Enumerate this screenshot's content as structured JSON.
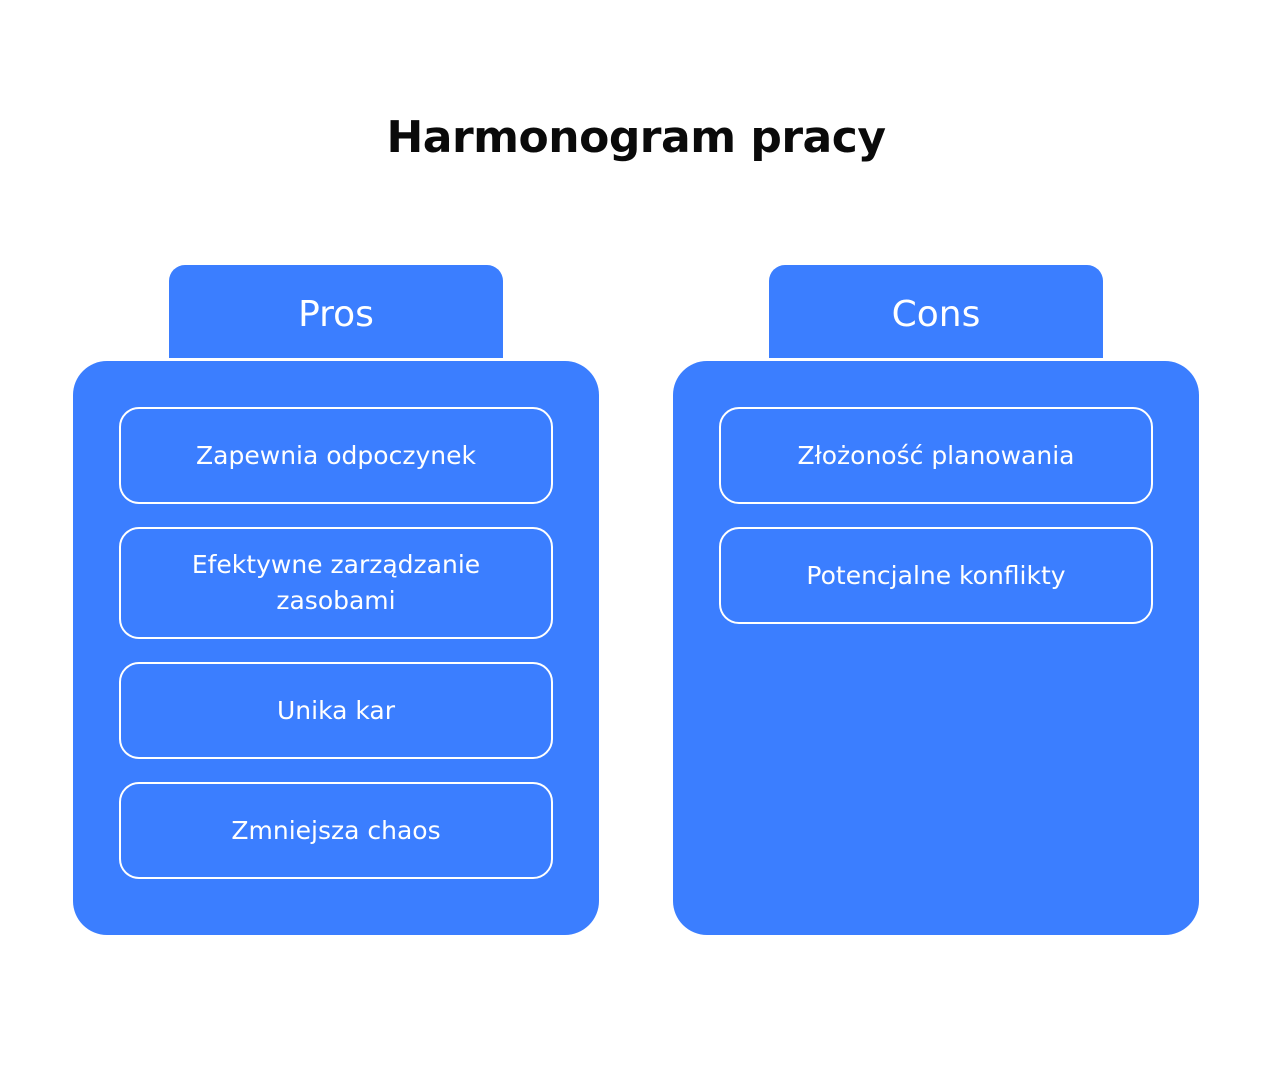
{
  "title": "Harmonogram pracy",
  "colors": {
    "accent": "#3b7eff",
    "text_on_accent": "#ffffff",
    "title": "#0a0a0a",
    "background": "#ffffff"
  },
  "pros": {
    "label": "Pros",
    "items": [
      "Zapewnia odpoczynek",
      "Efektywne zarządzanie zasobami",
      "Unika kar",
      "Zmniejsza chaos"
    ]
  },
  "cons": {
    "label": "Cons",
    "items": [
      "Złożoność planowania",
      "Potencjalne konflikty"
    ]
  }
}
